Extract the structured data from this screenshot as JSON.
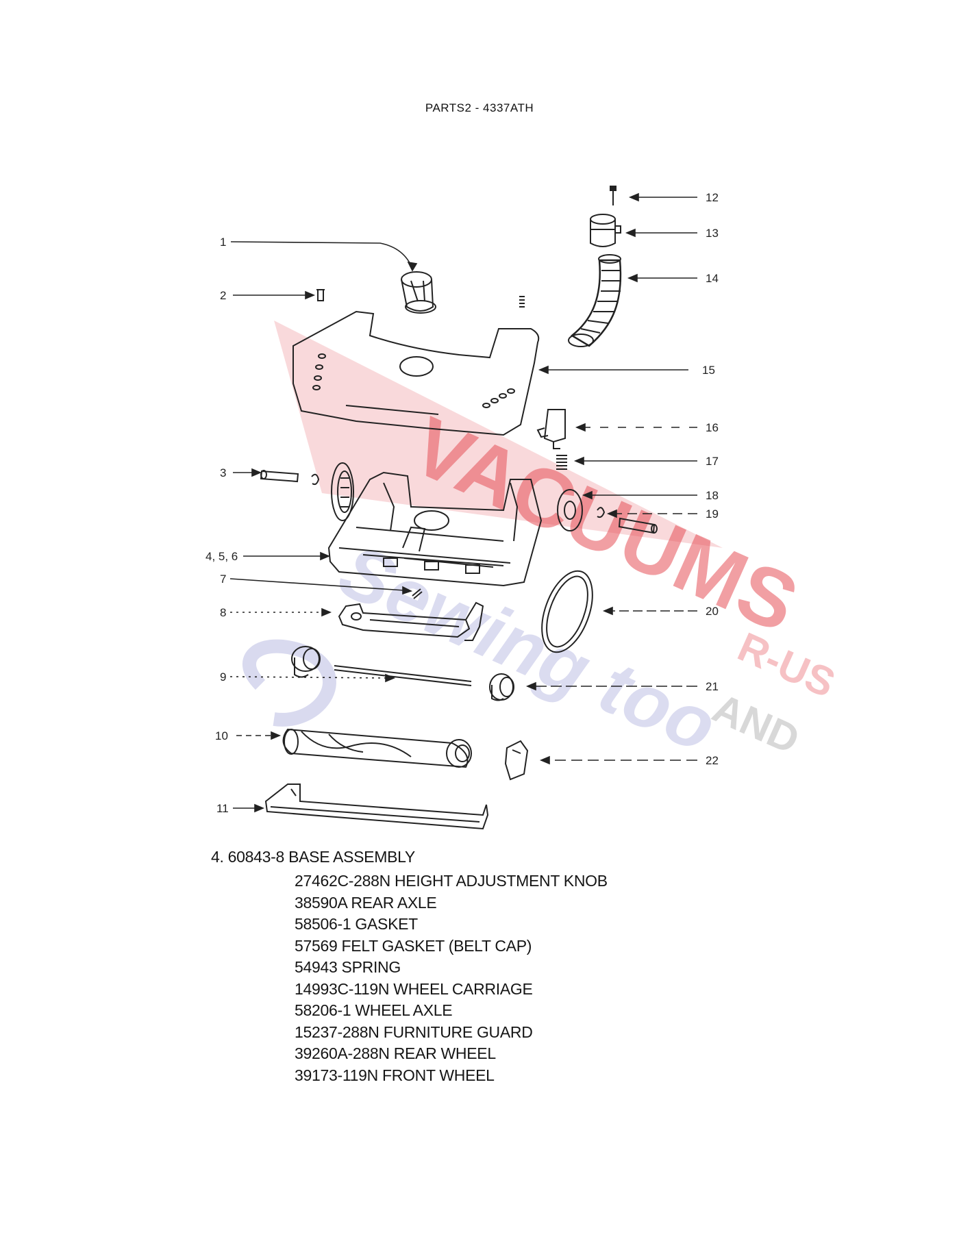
{
  "header": {
    "title": "PARTS2  - 4337ATH"
  },
  "callouts": [
    "1",
    "2",
    "3",
    "4, 5, 6",
    "7",
    "8",
    "9",
    "10",
    "11",
    "12",
    "13",
    "14",
    "15",
    "16",
    "17",
    "18",
    "19",
    "20",
    "21",
    "22"
  ],
  "watermark": {
    "line1": "VACUUMS",
    "line2": "R-US",
    "line3": "AND",
    "line4": "Sewing too",
    "colors": {
      "red": "#e0303a",
      "blue": "#7d80c8",
      "gray": "#9a9a9a"
    }
  },
  "parts_list": {
    "heading": "4. 60843-8 BASE ASSEMBLY",
    "items": [
      "27462C-288N HEIGHT ADJUSTMENT KNOB",
      "38590A REAR AXLE",
      "58506-1 GASKET",
      "57569 FELT GASKET (BELT CAP)",
      "54943 SPRING",
      "14993C-119N WHEEL CARRIAGE",
      "58206-1 WHEEL AXLE",
      "15237-288N  FURNITURE GUARD",
      "39260A-288N  REAR WHEEL",
      "39173-119N FRONT WHEEL"
    ]
  }
}
